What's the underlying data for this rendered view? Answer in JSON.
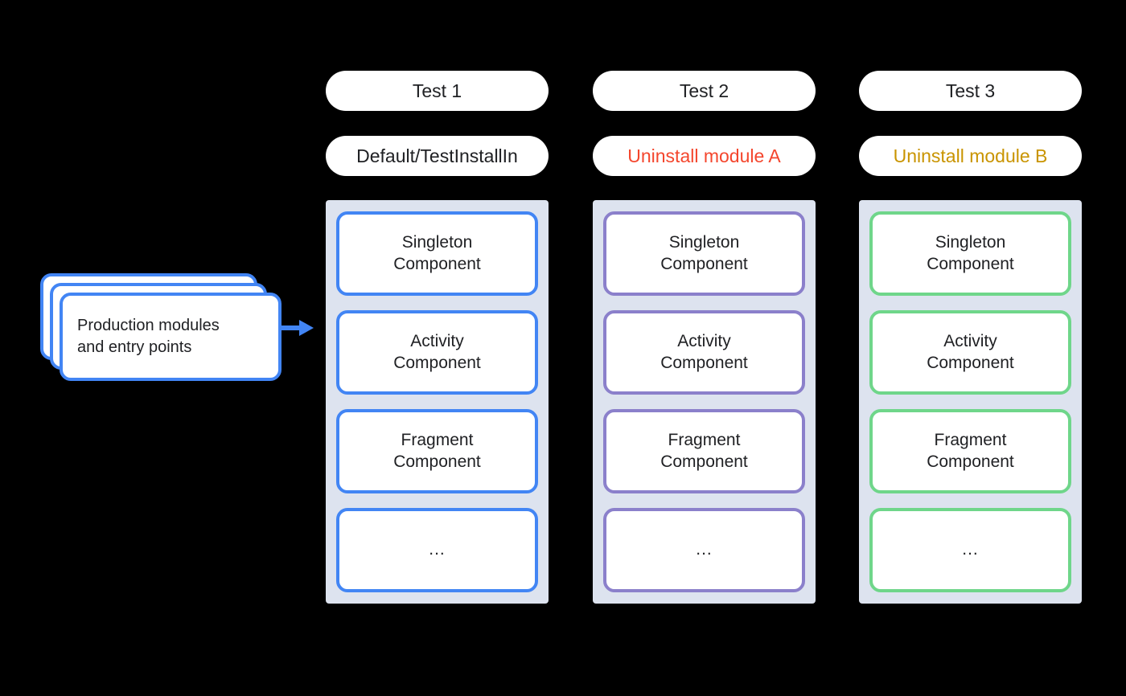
{
  "diagram": {
    "source": {
      "label": "Production modules\nand entry points",
      "card_count": 3,
      "border_color": "#4285f4"
    },
    "arrow": {
      "name": "flow-arrow",
      "color": "#4285f4"
    },
    "panel_background": "#dde3ef",
    "columns": [
      {
        "title": "Test 1",
        "subtitle": "Default/TestInstallIn",
        "subtitle_color": "#202124",
        "accent_color": "#4285f4",
        "components": [
          "Singleton\nComponent",
          "Activity\nComponent",
          "Fragment\nComponent",
          "..."
        ]
      },
      {
        "title": "Test 2",
        "subtitle": "Uninstall module A",
        "subtitle_color": "#f4462d",
        "accent_color": "#8b80cb",
        "components": [
          "Singleton\nComponent",
          "Activity\nComponent",
          "Fragment\nComponent",
          "..."
        ]
      },
      {
        "title": "Test 3",
        "subtitle": "Uninstall module B",
        "subtitle_color": "#c99400",
        "accent_color": "#6fd68a",
        "components": [
          "Singleton\nComponent",
          "Activity\nComponent",
          "Fragment\nComponent",
          "..."
        ]
      }
    ]
  }
}
